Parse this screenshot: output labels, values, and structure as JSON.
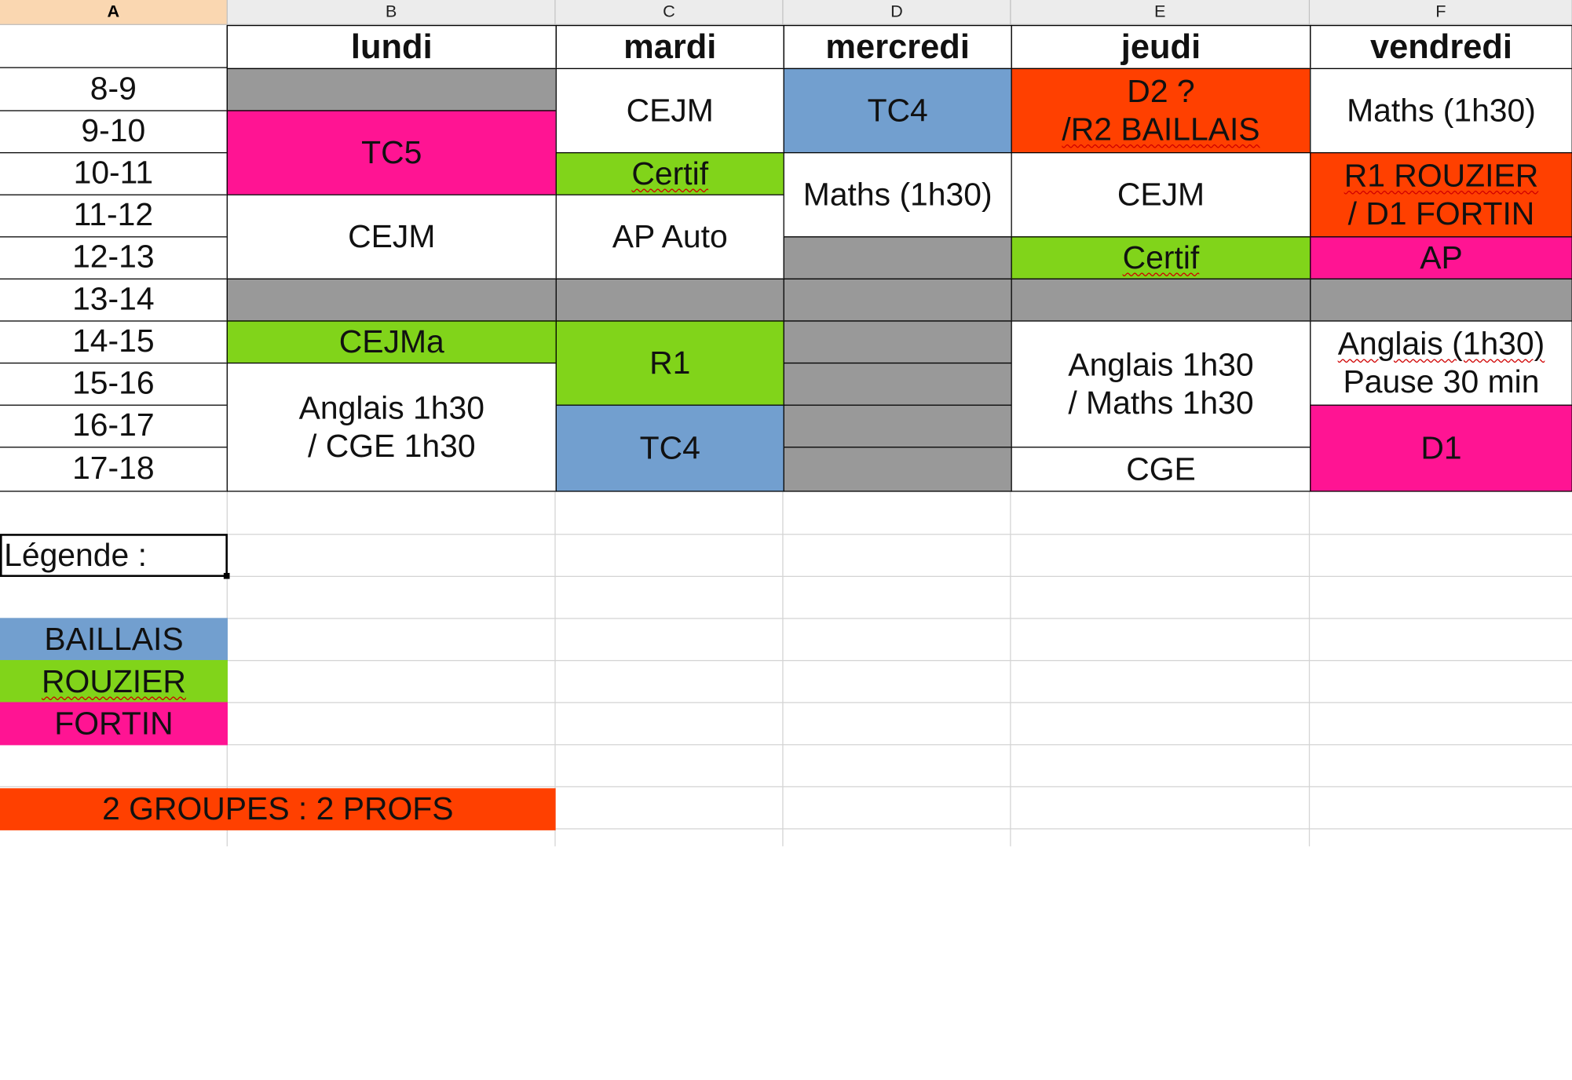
{
  "colors": {
    "gray": "#999999",
    "fortin_pink": "#ff1493",
    "rouzier_green": "#81d41a",
    "baillais_blue": "#729fcf",
    "orange": "#ff4000",
    "header_bg": "#ececec",
    "header_selected": "#fad7b1"
  },
  "column_headers": [
    "A",
    "B",
    "C",
    "D",
    "E",
    "F"
  ],
  "days": [
    "lundi",
    "mardi",
    "mercredi",
    "jeudi",
    "vendredi"
  ],
  "times": [
    "8-9",
    "9-10",
    "10-11",
    "11-12",
    "12-13",
    "13-14",
    "14-15",
    "15-16",
    "16-17",
    "17-18"
  ],
  "lundi": {
    "tc5": "TC5",
    "cejm": "CEJM",
    "cejma": "CEJMa",
    "anglais_1": "Anglais 1h30",
    "anglais_2": "/ CGE 1h30"
  },
  "mardi": {
    "cejm": "CEJM",
    "certif": "Certif",
    "ap_auto": "AP Auto",
    "r1": "R1",
    "tc4": "TC4"
  },
  "mercredi": {
    "tc4": "TC4",
    "maths": "Maths (1h30)"
  },
  "jeudi": {
    "d2_1": "D2 ?",
    "d2_2": "/R2 BAILLAIS",
    "cejm": "CEJM",
    "certif": "Certif",
    "anglais_1": "Anglais 1h30",
    "anglais_2": "/ Maths 1h30",
    "cge": "CGE"
  },
  "vendredi": {
    "maths": "Maths (1h30)",
    "r1_1": "R1 ROUZIER",
    "r1_2": "/ D1 FORTIN",
    "ap": "AP",
    "anglais_1": "Anglais (1h30)",
    "anglais_2": "Pause 30 min",
    "d1": "D1"
  },
  "legend": {
    "title": "Légende :",
    "baillais": "BAILLAIS",
    "rouzier": "ROUZIER",
    "fortin": "FORTIN",
    "groups": "2 GROUPES : 2 PROFS"
  }
}
